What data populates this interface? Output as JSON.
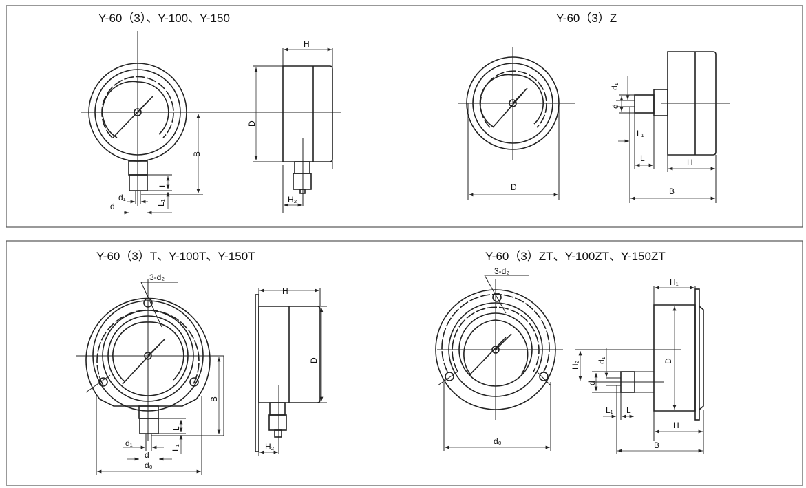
{
  "panels": [
    {
      "title": "Y-60（3）、Y-100、Y-150",
      "labels": {
        "H": "H",
        "D": "D",
        "B": "B",
        "L": "L",
        "L1": "L₁",
        "d1": "d₁",
        "d": "d",
        "H2": "H₂"
      }
    },
    {
      "title": "Y-60（3）Z",
      "labels": {
        "d1": "d₁",
        "d": "d",
        "L1": "L₁",
        "L": "L",
        "H": "H",
        "D": "D",
        "B": "B"
      }
    },
    {
      "title": "Y-60（3）T、Y-100T、Y-150T",
      "labels": {
        "holes": "3-d₂",
        "H": "H",
        "D": "D",
        "B": "B",
        "L": "L",
        "L1": "L₁",
        "d1": "d₁",
        "d": "d",
        "d0": "d₀",
        "H2": "H₂"
      }
    },
    {
      "title": "Y-60（3）ZT、Y-100ZT、Y-150ZT",
      "labels": {
        "holes": "3-d₂",
        "H1": "H₁",
        "D": "D",
        "H2": "H₂",
        "d1": "d₁",
        "d": "d",
        "L1": "L₁",
        "L": "L",
        "H": "H",
        "B": "B",
        "d0": "d₀"
      }
    }
  ]
}
